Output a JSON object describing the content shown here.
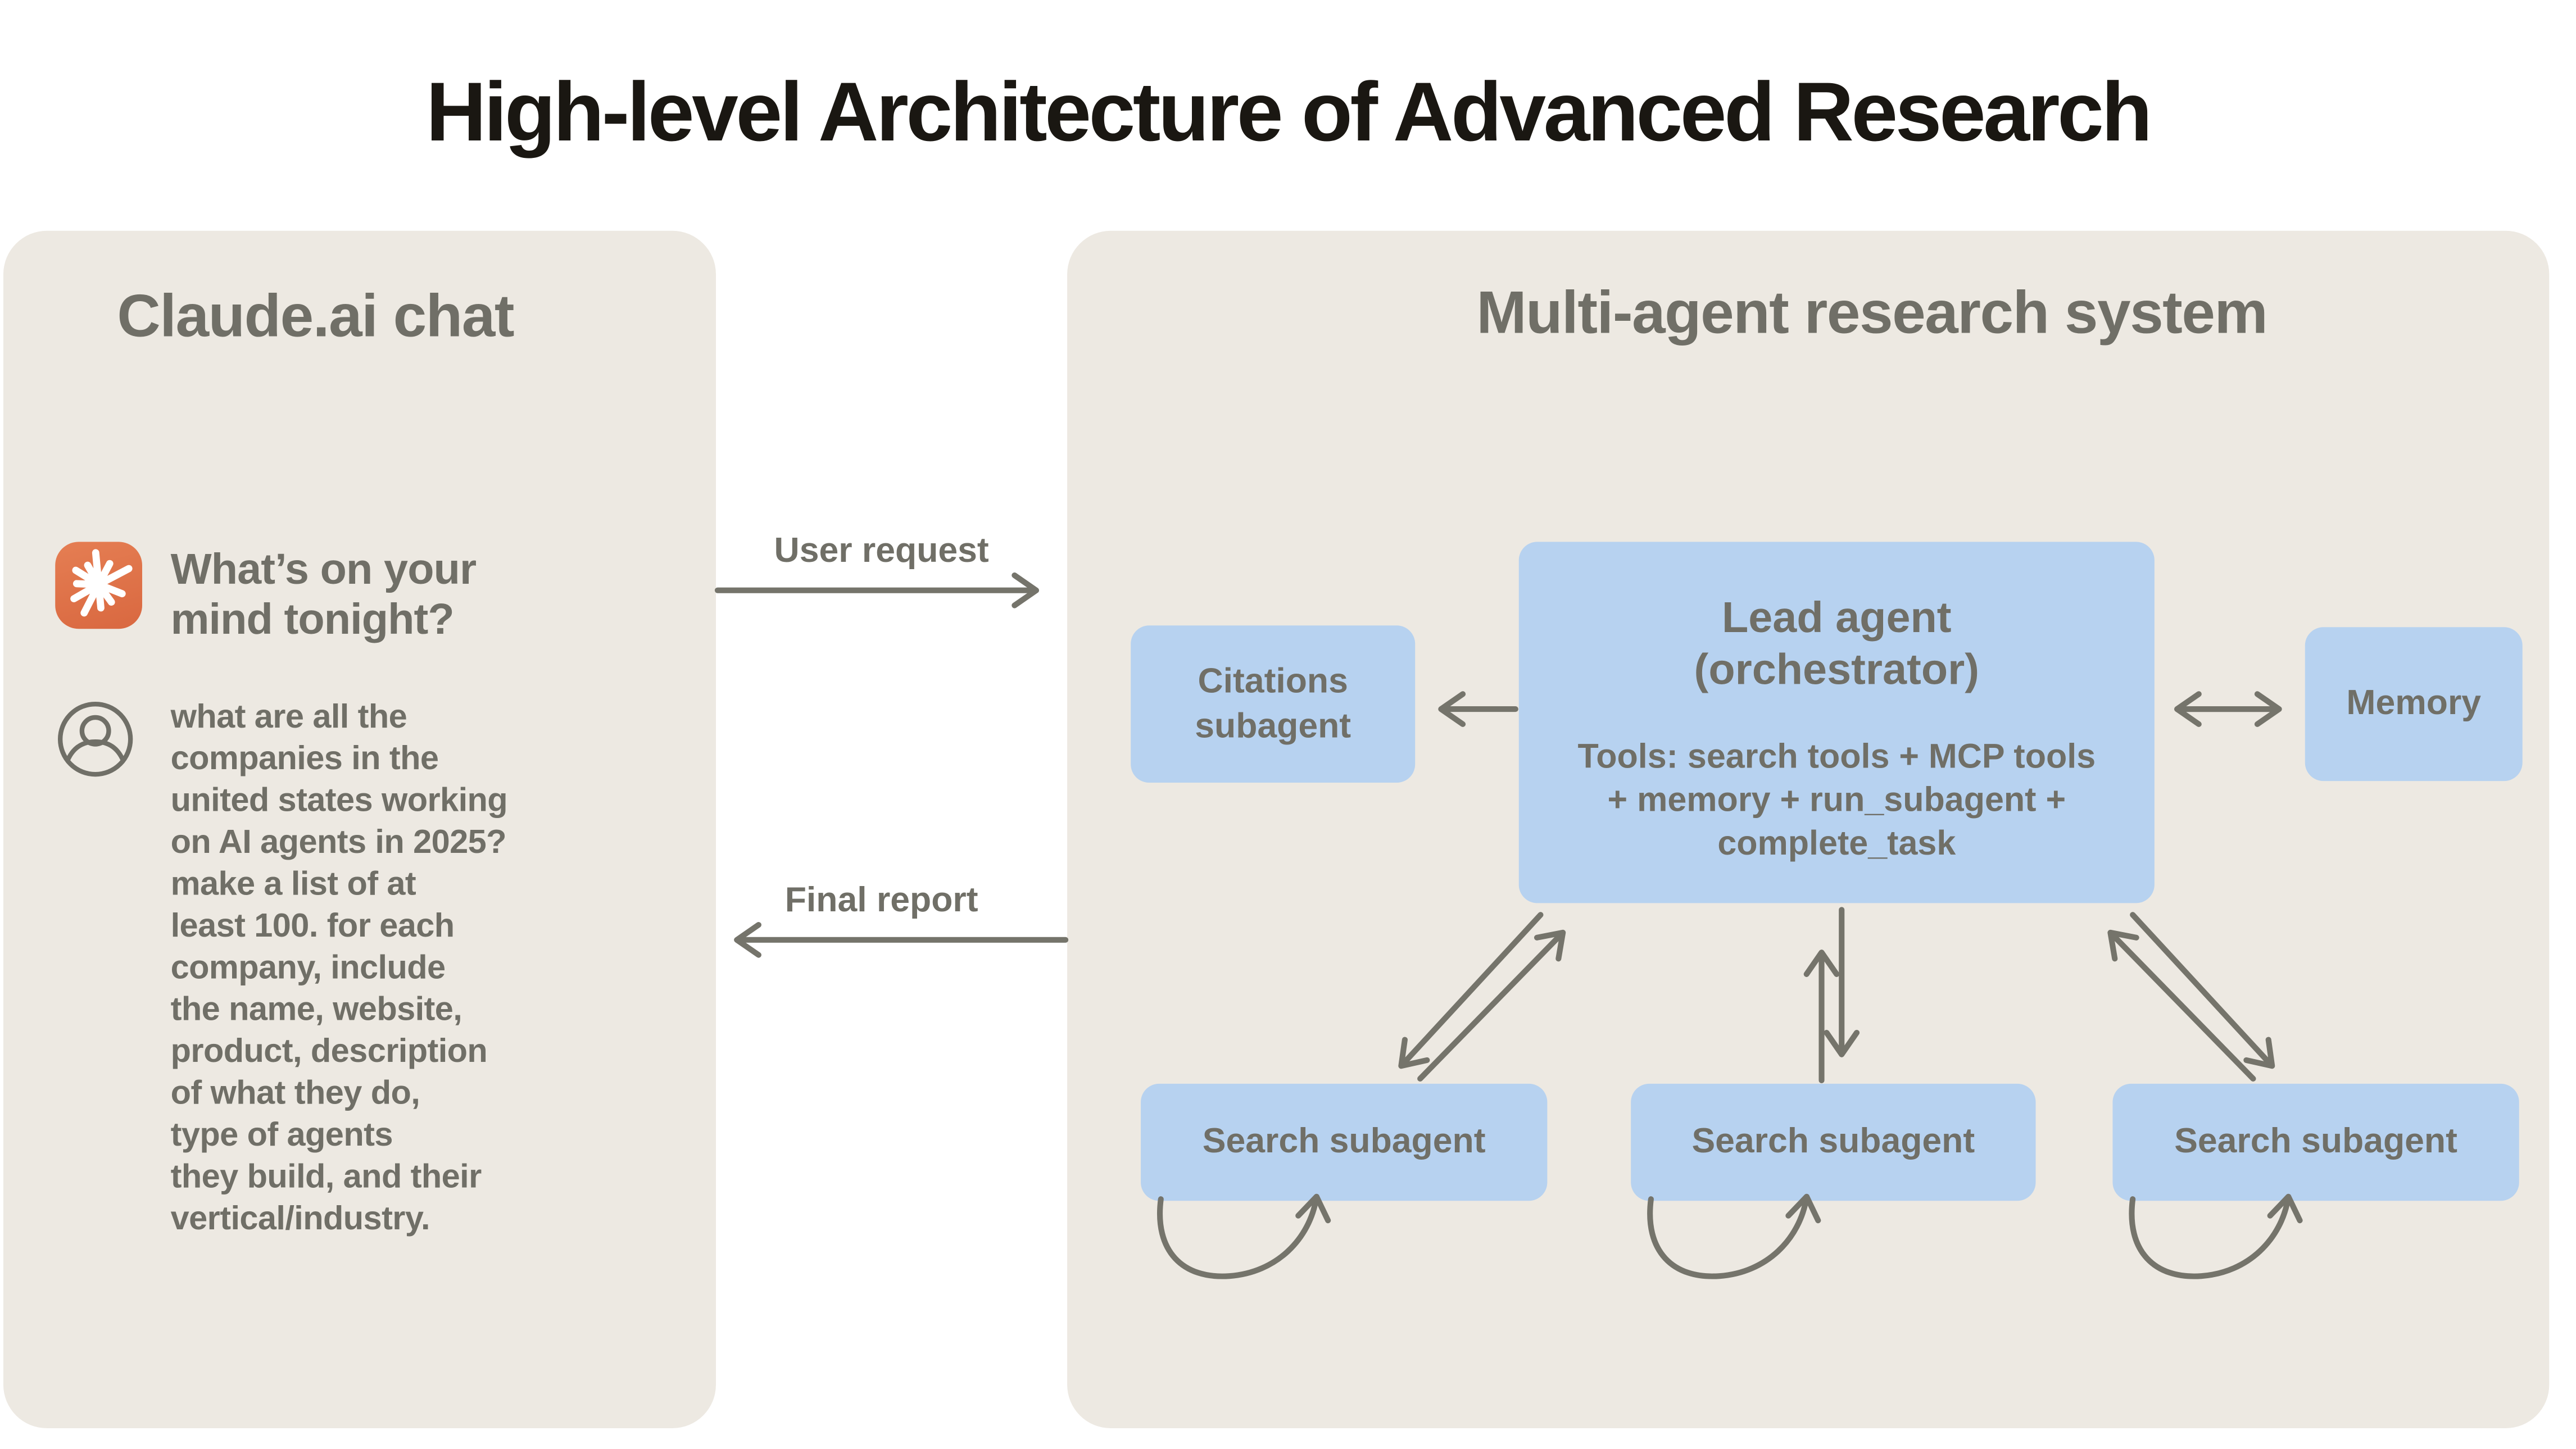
{
  "title": "High-level Architecture of Advanced Research",
  "colors": {
    "background": "#FFFFFF",
    "panel_bg": "#EDE9E2",
    "box_blue": "#B7D2F0",
    "text_gray": "#706F67",
    "arrow_gray": "#75746B",
    "title_color": "#1A1712",
    "claude_orange": "#DF7048",
    "claude_orange_light": "#E57E53",
    "claude_orange_dark": "#D96840",
    "icon_white": "#FFFFFF"
  },
  "icons": {
    "assistant": "claude-starburst-icon",
    "user": "person-in-circle-icon"
  },
  "chat_panel": {
    "title": "Claude.ai chat",
    "prompt_heading_lines": [
      "What’s on your",
      "mind tonight?"
    ],
    "user_message_lines": [
      "what are all the",
      "companies in the",
      "united states working",
      "on AI agents in 2025?",
      "make a list of at",
      "least 100. for each",
      "company, include",
      "the name, website,",
      "product, description",
      "of what they do,",
      "type of agents",
      "they build, and their",
      "vertical/industry."
    ]
  },
  "flow": {
    "user_request_label": "User request",
    "final_report_label": "Final report"
  },
  "system_panel": {
    "title": "Multi-agent research system",
    "lead_agent": {
      "title_lines": [
        "Lead agent",
        "(orchestrator)"
      ],
      "tools_lines": [
        "Tools: search tools + MCP tools",
        "+ memory + run_subagent +",
        "complete_task"
      ]
    },
    "citations_lines": [
      "Citations",
      "subagent"
    ],
    "memory_label": "Memory",
    "search_subagent_labels": [
      "Search subagent",
      "Search subagent",
      "Search subagent"
    ]
  }
}
